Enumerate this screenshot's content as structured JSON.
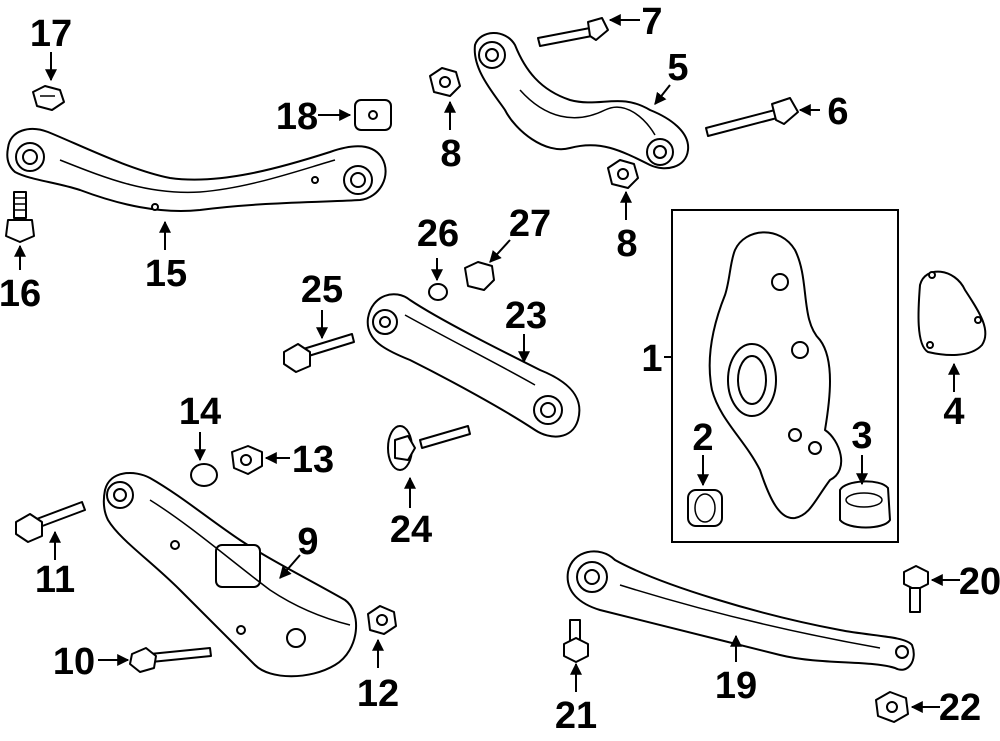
{
  "diagram": {
    "callouts": {
      "c1": "1",
      "c2": "2",
      "c3": "3",
      "c4": "4",
      "c5": "5",
      "c6": "6",
      "c7": "7",
      "c8a": "8",
      "c8b": "8",
      "c9": "9",
      "c10": "10",
      "c11": "11",
      "c12": "12",
      "c13": "13",
      "c14": "14",
      "c15": "15",
      "c16": "16",
      "c17": "17",
      "c18": "18",
      "c19": "19",
      "c20": "20",
      "c21": "21",
      "c22": "22",
      "c23": "23",
      "c24": "24",
      "c25": "25",
      "c26": "26",
      "c27": "27"
    }
  }
}
